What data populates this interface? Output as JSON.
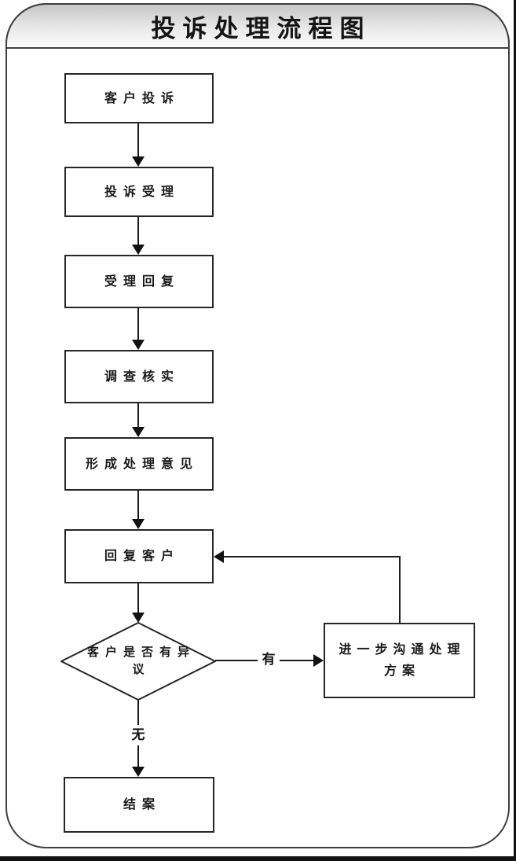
{
  "title": "投诉处理流程图",
  "nodes": {
    "customer_complaint": {
      "label": "客户投诉",
      "type": "process"
    },
    "complaint_acceptance": {
      "label": "投诉受理",
      "type": "process"
    },
    "acceptance_reply": {
      "label": "受理回复",
      "type": "process"
    },
    "investigation": {
      "label": "调查核实",
      "type": "process"
    },
    "form_opinion": {
      "label": "形成处理意见",
      "type": "process"
    },
    "reply_customer": {
      "label": "回复客户",
      "type": "process"
    },
    "decision_objection": {
      "label": "客户是否有异议",
      "type": "decision"
    },
    "further_communication": {
      "label": "进一步沟通处理方案",
      "type": "process"
    },
    "close_case": {
      "label": "结案",
      "type": "process"
    }
  },
  "edge_labels": {
    "yes": "有",
    "no": "无"
  },
  "edges": [
    {
      "from": "customer_complaint",
      "to": "complaint_acceptance",
      "label": ""
    },
    {
      "from": "complaint_acceptance",
      "to": "acceptance_reply",
      "label": ""
    },
    {
      "from": "acceptance_reply",
      "to": "investigation",
      "label": ""
    },
    {
      "from": "investigation",
      "to": "form_opinion",
      "label": ""
    },
    {
      "from": "form_opinion",
      "to": "reply_customer",
      "label": ""
    },
    {
      "from": "reply_customer",
      "to": "decision_objection",
      "label": ""
    },
    {
      "from": "decision_objection",
      "to": "further_communication",
      "label": "有"
    },
    {
      "from": "decision_objection",
      "to": "close_case",
      "label": "无"
    },
    {
      "from": "further_communication",
      "to": "reply_customer",
      "label": ""
    }
  ],
  "colors": {
    "line": "#1c1c1c",
    "box_border": "#262626",
    "frame_border": "#3f3f3f",
    "banner_gradient_top": "#c6c6c6",
    "banner_gradient_bottom": "#fbfbfb",
    "edge_strip": "#121212",
    "background": "#ffffff"
  }
}
